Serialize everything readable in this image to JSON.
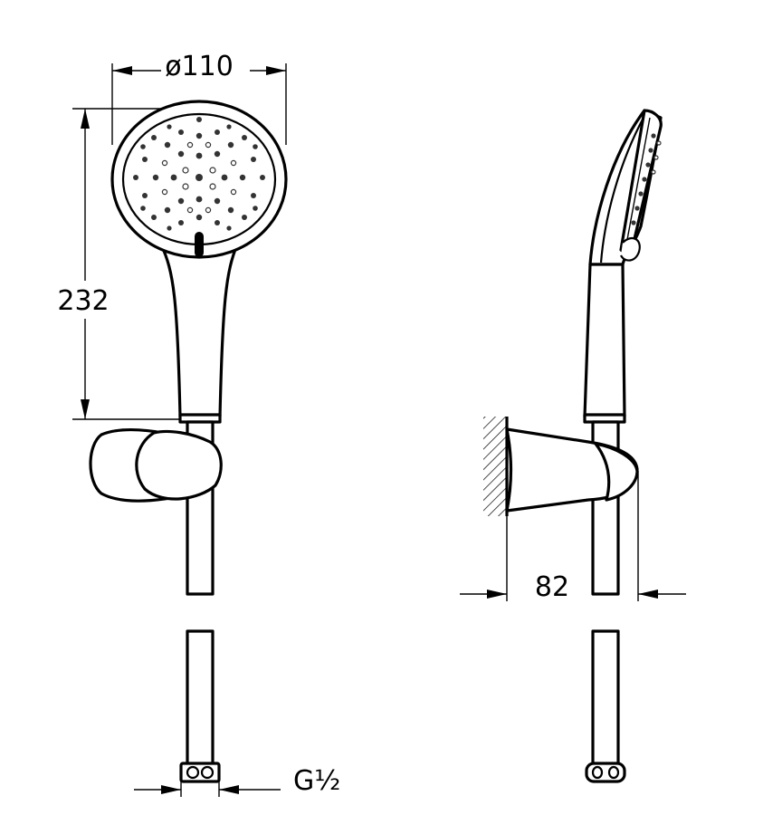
{
  "dimensions": {
    "diameter": "ø110",
    "height": "232",
    "depth": "82",
    "thread": "G½"
  },
  "views": [
    "front-view",
    "side-view"
  ]
}
